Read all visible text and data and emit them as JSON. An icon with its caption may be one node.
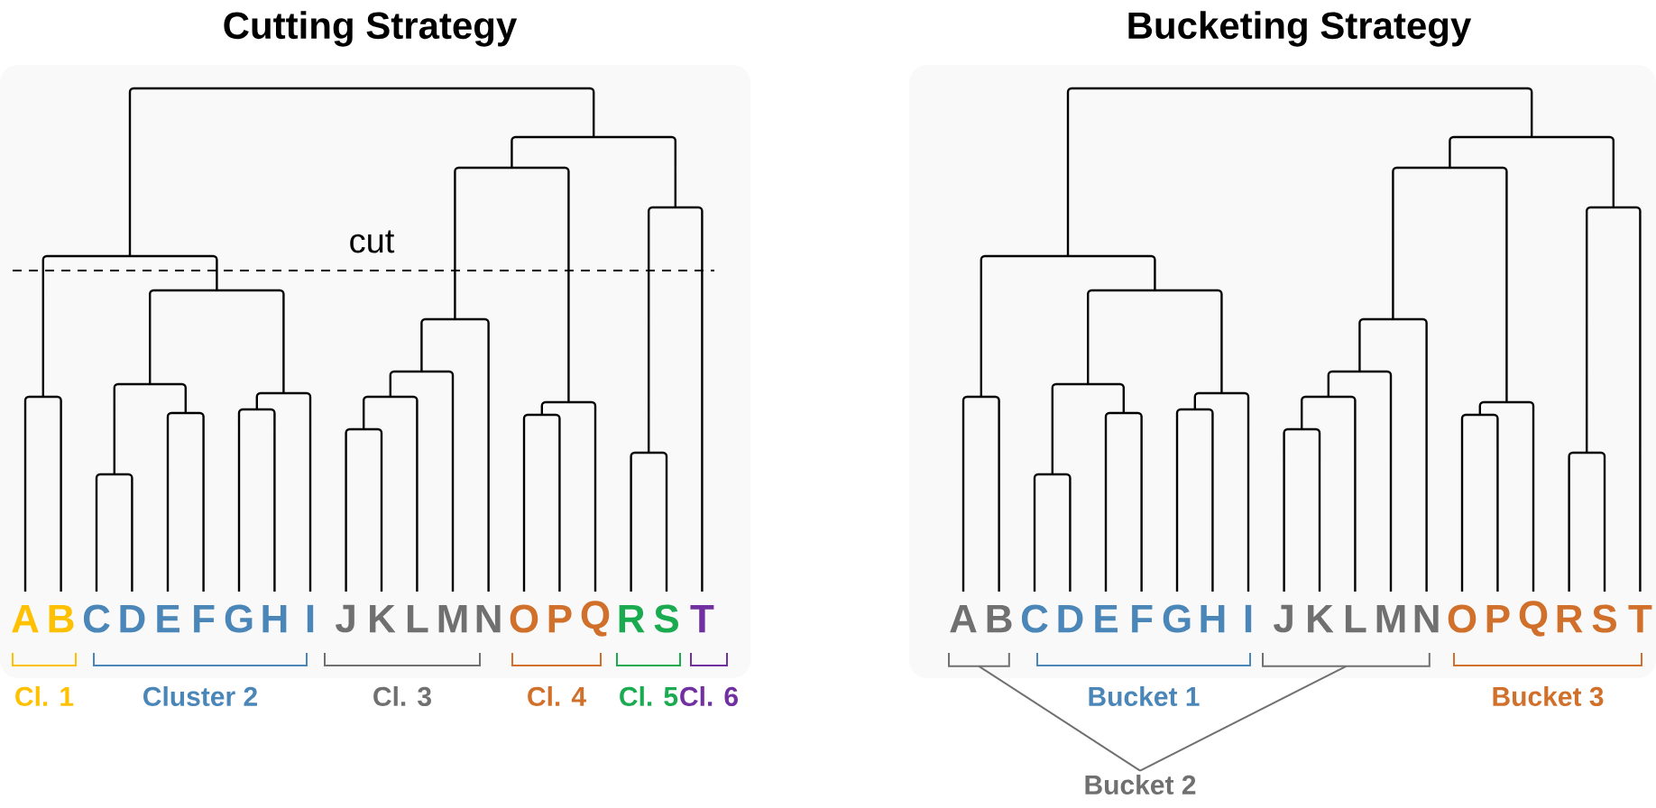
{
  "diagram": {
    "nodes": [
      {
        "text": [],
        "shape": "bracket"
      },
      {
        "text": [],
        "shape": "bracket"
      },
      {
        "text": [
          "Bucket 2"
        ]
      }
    ],
    "edges": [
      {
        "from": 2,
        "to": 0,
        "arrow": "none"
      },
      {
        "from": 2,
        "to": 1,
        "arrow": "none"
      }
    ],
    "labels": [
      "Cutting Strategy",
      "Bucketing Strategy",
      "cut",
      "A",
      "B",
      "C",
      "D",
      "E",
      "F",
      "G",
      "H",
      "I",
      "J",
      "K",
      "L",
      "M",
      "N",
      "O",
      "P",
      "Q",
      "R",
      "S",
      "T",
      "Cl. 1",
      "Cluster 2",
      "Cl. 3",
      "Cl. 4",
      "Cl. 5",
      "Cl. 6",
      "A",
      "B",
      "C",
      "D",
      "E",
      "F",
      "G",
      "H",
      "I",
      "J",
      "K",
      "L",
      "M",
      "N",
      "O",
      "P",
      "Q",
      "R",
      "S",
      "T",
      "Bucket 1",
      "Bucket 3"
    ]
  }
}
